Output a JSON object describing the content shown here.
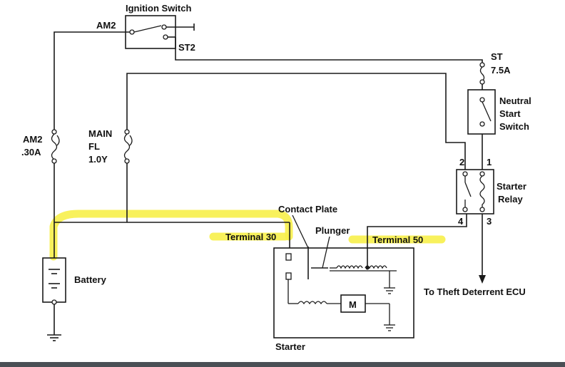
{
  "labels": {
    "ignition_switch": "Ignition Switch",
    "am2_top": "AM2",
    "st2": "ST2",
    "st_fuse_line1": "ST",
    "st_fuse_line2": "7.5A",
    "neutral_line1": "Neutral",
    "neutral_line2": "Start",
    "neutral_line3": "Switch",
    "am2_fuse_line1": "AM2",
    "am2_fuse_line2": ".30A",
    "main_line1": "MAIN",
    "main_line2": "FL",
    "main_line3": "1.0Y",
    "relay_line1": "Starter",
    "relay_line2": "Relay",
    "relay_pin_2": "2",
    "relay_pin_1": "1",
    "relay_pin_4": "4",
    "relay_pin_3": "3",
    "contact_plate": "Contact Plate",
    "plunger": "Plunger",
    "terminal_30": "Terminal 30",
    "terminal_50": "Terminal 50",
    "battery": "Battery",
    "motor": "M",
    "starter": "Starter",
    "theft_ecu": "To Theft Deterrent ECU"
  },
  "colors": {
    "highlight": "#f7f04a",
    "line": "#1a1a1a",
    "bottom_bar": "#4a4f55"
  }
}
